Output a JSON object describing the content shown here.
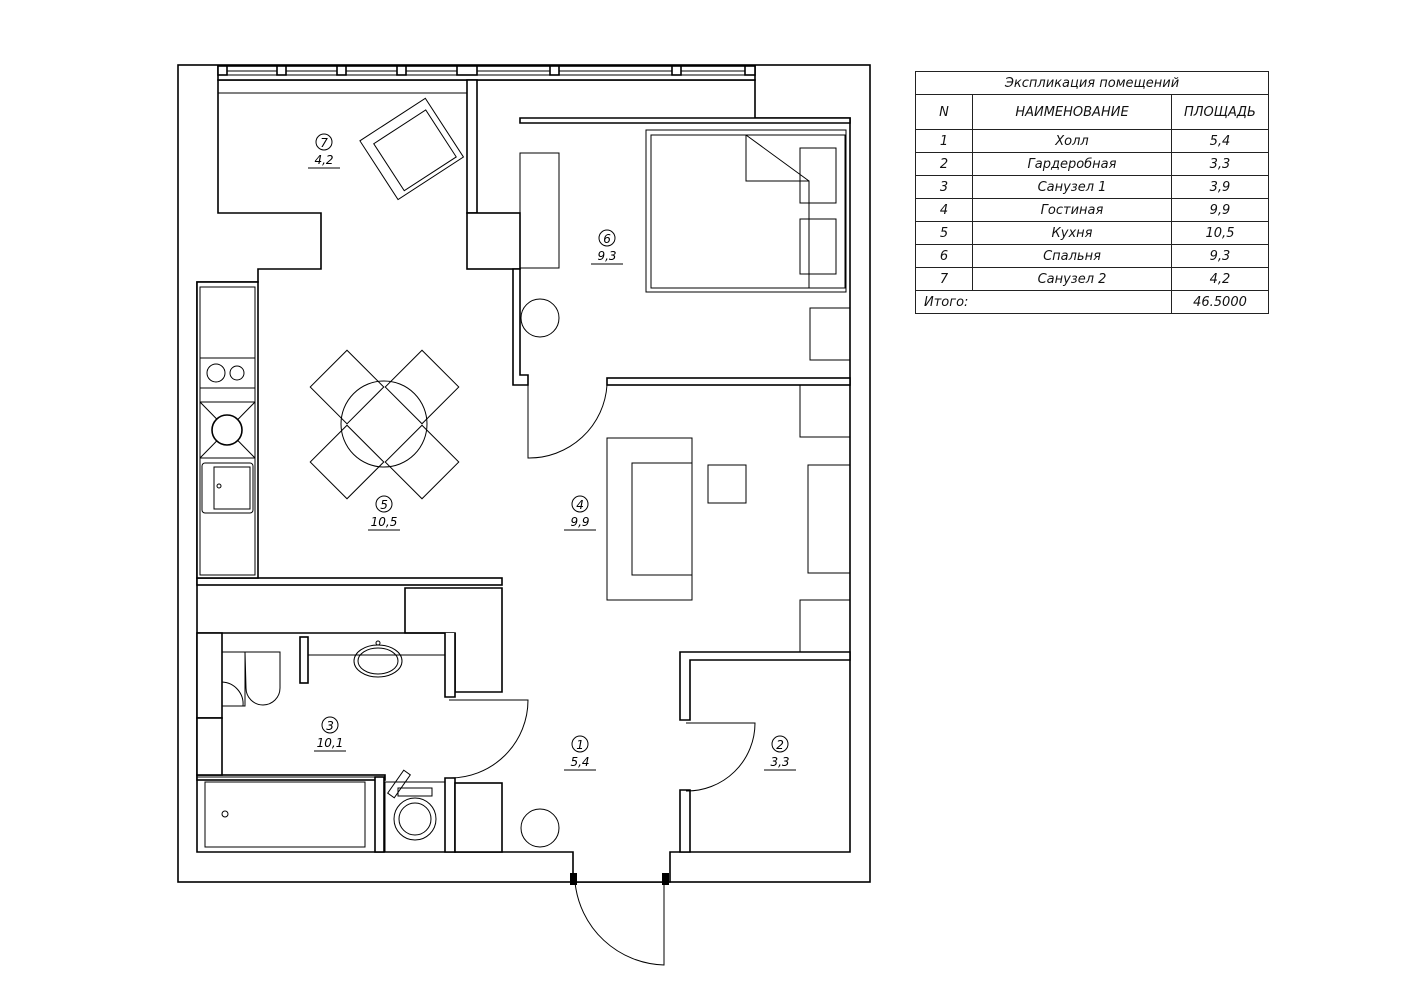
{
  "explication": {
    "title": "Экспликация помещений",
    "headers": {
      "n": "N",
      "name": "НАИМЕНОВАНИЕ",
      "area": "ПЛОЩАДЬ"
    },
    "rows": [
      {
        "n": "1",
        "name": "Холл",
        "area": "5,4"
      },
      {
        "n": "2",
        "name": "Гардеробная",
        "area": "3,3"
      },
      {
        "n": "3",
        "name": "Санузел 1",
        "area": "3,9"
      },
      {
        "n": "4",
        "name": "Гостиная",
        "area": "9,9"
      },
      {
        "n": "5",
        "name": "Кухня",
        "area": "10,5"
      },
      {
        "n": "6",
        "name": "Спальня",
        "area": "9,3"
      },
      {
        "n": "7",
        "name": "Санузел 2",
        "area": "4,2"
      }
    ],
    "total_label": "Итого:",
    "total_value": "46.5000"
  },
  "plan_labels": [
    {
      "n": "1",
      "area": "5,4"
    },
    {
      "n": "2",
      "area": "3,3"
    },
    {
      "n": "3",
      "area": "10,1"
    },
    {
      "n": "4",
      "area": "9,9"
    },
    {
      "n": "5",
      "area": "10,5"
    },
    {
      "n": "6",
      "area": "9,3"
    },
    {
      "n": "7",
      "area": "4,2"
    }
  ]
}
